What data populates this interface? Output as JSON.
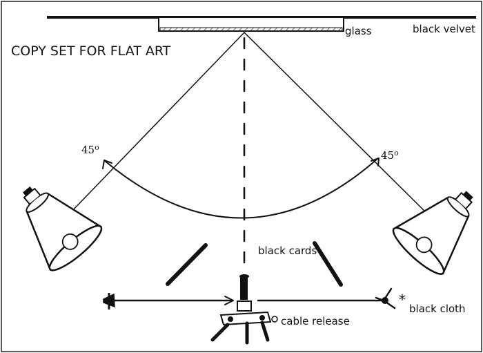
{
  "title": "COPY SET FOR FLAT ART",
  "labels": {
    "glass": "glass",
    "black_velvet": "black velvet",
    "angle_left": "45",
    "angle_right": "45",
    "angle_mark": "o",
    "black_cards": "black cards",
    "asterisk": "*",
    "black_cloth": "black cloth",
    "cable_release": "cable release"
  }
}
